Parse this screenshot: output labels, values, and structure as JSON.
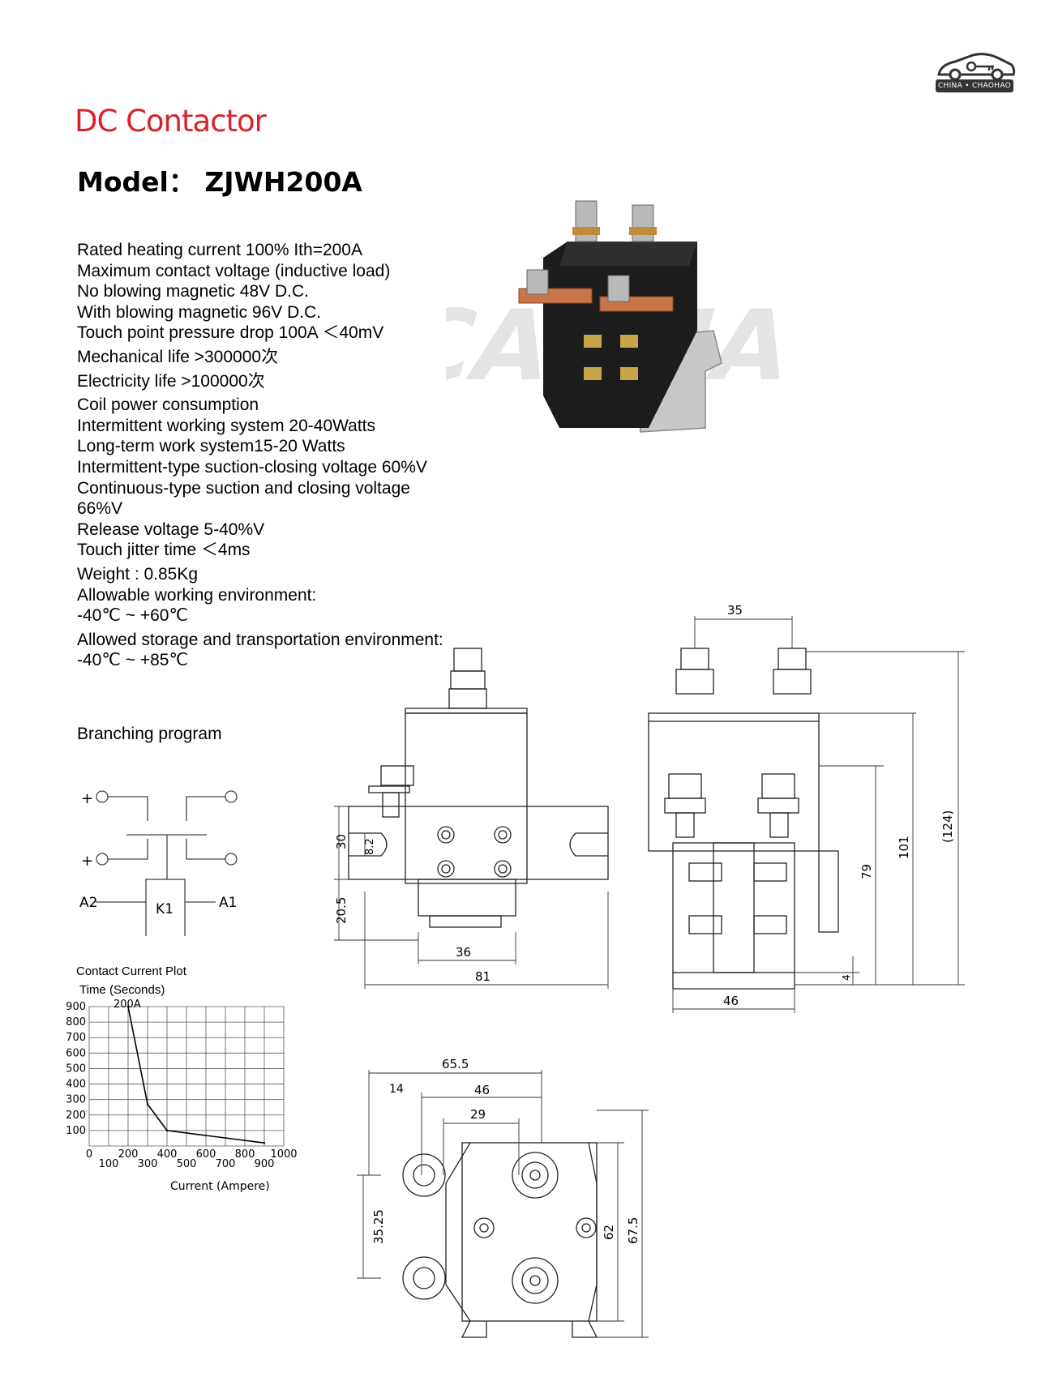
{
  "logo": {
    "text": "CHINA • CHAOHAO",
    "icon": "car-key-icon"
  },
  "title": "DC Contactor",
  "model": "Model： ZJWH200A",
  "specs": [
    "Rated heating current 100% Ith=200A",
    "Maximum contact voltage (inductive load)",
    "No blowing magnetic 48V D.C.",
    "With blowing magnetic 96V D.C.",
    "Touch point pressure drop 100A ＜40mV",
    "Mechanical life  >300000次",
    "Electricity life >100000次",
    "Coil power consumption",
    "Intermittent working system 20-40Watts",
    "Long-term work system15-20 Watts",
    "Intermittent-type suction-closing voltage 60%V",
    "Continuous-type suction and closing voltage",
    "66%V",
    "Release voltage 5-40%V",
    "Touch jitter time ＜4ms",
    "Weight : 0.85Kg",
    "Allowable working environment:",
    "-40℃ ~ +60℃",
    "Allowed storage and transportation environment:",
    "-40℃ ~ +85℃"
  ],
  "watermark": "CAOHA",
  "branching": {
    "title": "Branching program",
    "plus1": "+",
    "plus2": "+",
    "a2": "A2",
    "k1": "K1",
    "a1": "A1"
  },
  "chart_data": {
    "type": "line",
    "title": "Contact Current Plot",
    "ylabel": "Time (Seconds)",
    "xlabel": "Current (Ampere)",
    "annotation": "200A",
    "x": [
      200,
      300,
      400,
      900
    ],
    "y": [
      900,
      270,
      100,
      20
    ],
    "xlim": [
      0,
      1000
    ],
    "ylim": [
      0,
      900
    ],
    "x_ticks_upper": [
      "0",
      "200",
      "400",
      "600",
      "800",
      "1000"
    ],
    "x_ticks_lower": [
      "100",
      "300",
      "500",
      "700",
      "900"
    ],
    "y_ticks": [
      "900",
      "800",
      "700",
      "600",
      "500",
      "400",
      "300",
      "200",
      "100"
    ],
    "grid": true
  },
  "dimensions": {
    "side": {
      "d30": "30",
      "d8_2": "8.2",
      "d20_5": "20.5",
      "d36": "36",
      "d81": "81"
    },
    "front": {
      "d35": "35",
      "d124": "(124)",
      "d101": "101",
      "d79": "79",
      "d4": "4",
      "d46": "46"
    },
    "top": {
      "d65_5": "65.5",
      "d14": "14",
      "d46": "46",
      "d29": "29",
      "d35_25": "35.25",
      "d62": "62",
      "d67_5": "67.5"
    }
  }
}
